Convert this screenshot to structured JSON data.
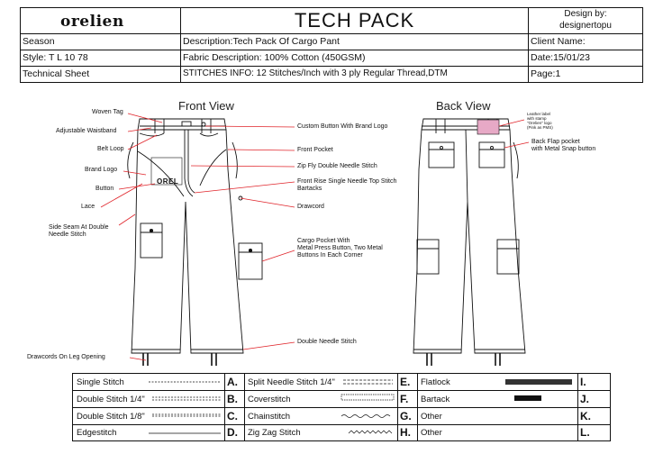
{
  "header": {
    "brand": "orelien",
    "title": "TECH PACK",
    "design_by_label": "Design by:",
    "designer": "designertopu",
    "season_label": "Season",
    "description": "Description:Tech Pack Of Cargo Pant",
    "client": "Client Name:",
    "style": "Style: T L 10 78",
    "fabric": "Fabric Description: 100% Cotton (450GSM)",
    "date": "Date:15/01/23",
    "technical_sheet": "Technical Sheet",
    "stitches_info": "STITCHES INFO:  12 Stitches/Inch with 3 ply Regular Thread,DTM",
    "page": "Page:1"
  },
  "front_view": {
    "title": "Front View",
    "callouts": {
      "woven_tag": "Woven Tag",
      "adjustable_waistband": "Adjustable Waistband",
      "belt_loop": "Belt Loop",
      "brand_logo": "Brand Logo",
      "button": "Button",
      "lace": "Lace",
      "side_seam_1": "Side Seam At Double",
      "side_seam_2": "Needle Stitch",
      "drawcords_leg": "Drawcords On Leg Opening",
      "custom_button": "Custom Button With Brand Logo",
      "front_pocket": "Front Pocket",
      "zip_fly": "Zip Fly Double Needle Stitch",
      "front_rise_1": "Front Rise Single Needle Top Stitch",
      "front_rise_2": "Bartacks",
      "drawcord": "Drawcord",
      "cargo_1": "Cargo Pocket With",
      "cargo_2": "Metal Press Button, Two Metal",
      "cargo_3": "Buttons In Each Corner",
      "double_needle": "Double Needle Stitch"
    },
    "logo_on_garment": "OREL"
  },
  "back_view": {
    "title": "Back View",
    "callouts": {
      "leather_label_1": "Leather label",
      "leather_label_2": "with stamp",
      "leather_label_3": "\"Orelien\" logo",
      "leather_label_4": "(Pink as PMS)",
      "back_flap_1": "Back Flap pocket",
      "back_flap_2": "with Metal Snap button"
    }
  },
  "stitch_table": {
    "rows": [
      [
        {
          "name": "Single Stitch",
          "letter": "A."
        },
        {
          "name": "Split Needle Stitch 1/4\"",
          "letter": "E."
        },
        {
          "name": "Flatlock",
          "letter": "I."
        }
      ],
      [
        {
          "name": "Double Stitch 1/4\"",
          "letter": "B."
        },
        {
          "name": "Coverstitch",
          "letter": "F."
        },
        {
          "name": "Bartack",
          "letter": "J."
        }
      ],
      [
        {
          "name": "Double Stitch 1/8\"",
          "letter": "C."
        },
        {
          "name": "Chainstitch",
          "letter": "G."
        },
        {
          "name": "Other",
          "letter": "K."
        }
      ],
      [
        {
          "name": "Edgestitch",
          "letter": "D."
        },
        {
          "name": "Zig Zag Stitch",
          "letter": "H."
        },
        {
          "name": "Other",
          "letter": "L."
        }
      ]
    ]
  },
  "colors": {
    "arrow": "#e0242a",
    "leather_label": "#e7a9c6",
    "line": "#111111"
  }
}
